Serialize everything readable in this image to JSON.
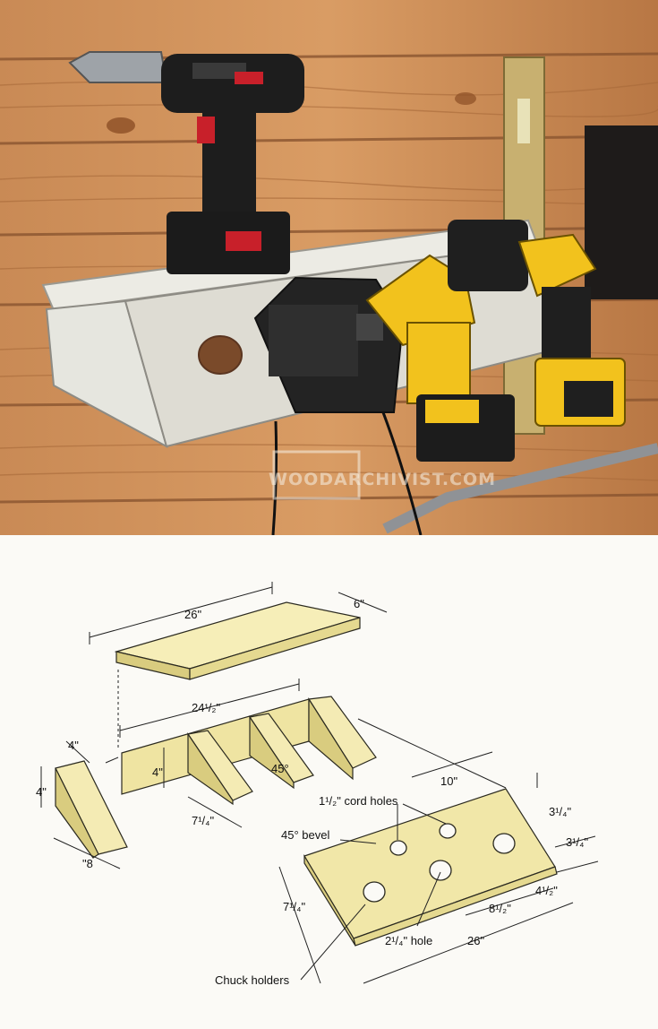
{
  "watermark": "WOODARCHIVIST.COM",
  "dimensions": {
    "top_length": "26\"",
    "top_width": "6\"",
    "back_length": "24¹/₂\"",
    "back_height": "4\"",
    "divider_spacing": "7¹/₄\"",
    "divider_angle": "45°",
    "end_top": "4\"",
    "end_height": "4\"",
    "end_length": "\"8",
    "cord_holes": "1¹/₂\" cord holes",
    "hole_spacing_top": "10\"",
    "bevel": "45° bevel",
    "front_height": "7¹/₄\"",
    "right_margin_top": "3¹/₄\"",
    "right_margin_bottom": "3¹/₄\"",
    "hole_offset": "4¹/₂\"",
    "hole_spacing_bottom": "8¹/₂\"",
    "chuck_hole": "2¹/₄\" hole",
    "front_length": "26\"",
    "chuck_holders": "Chuck holders"
  },
  "colors": {
    "wood_panel": "#c98a55",
    "plywood": "#f1e7a8",
    "plywood_edge": "#d9cc7f",
    "drill_red_body": "#1c1c1c",
    "drill_yellow": "#f2c21d",
    "shelf_white": "#e9e9e4"
  }
}
